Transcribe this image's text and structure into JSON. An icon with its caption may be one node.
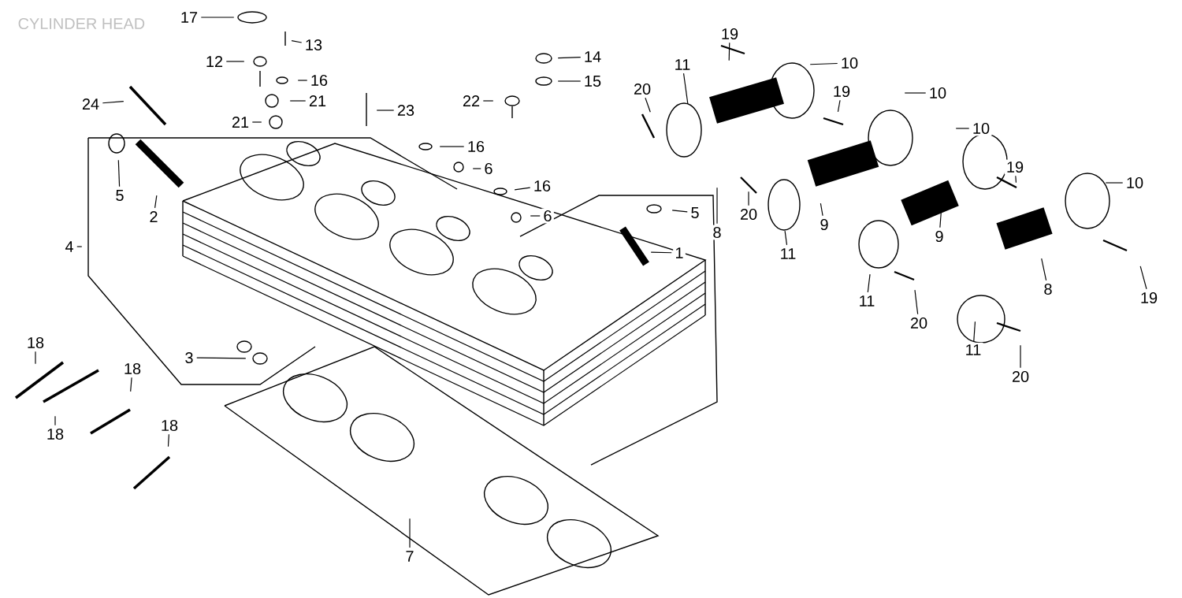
{
  "diagram": {
    "title": "CYLINDER HEAD",
    "nodes": [
      {
        "text": [
          "17"
        ]
      },
      {
        "text": [
          "13"
        ]
      },
      {
        "text": [
          "12"
        ]
      },
      {
        "text": [
          "16"
        ]
      },
      {
        "text": [
          "21"
        ]
      },
      {
        "text": [
          "24"
        ]
      },
      {
        "text": [
          "21"
        ]
      },
      {
        "text": [
          "23"
        ]
      },
      {
        "text": [
          "22"
        ]
      },
      {
        "text": [
          "14"
        ]
      },
      {
        "text": [
          "15"
        ]
      },
      {
        "text": [
          "19"
        ]
      },
      {
        "text": [
          "11"
        ]
      },
      {
        "text": [
          "20"
        ]
      },
      {
        "text": [
          "10"
        ]
      },
      {
        "text": [
          "19"
        ]
      },
      {
        "text": [
          "10"
        ]
      },
      {
        "text": [
          "10"
        ]
      },
      {
        "text": [
          "10"
        ]
      },
      {
        "text": [
          "19"
        ]
      },
      {
        "text": [
          "16"
        ]
      },
      {
        "text": [
          "6"
        ]
      },
      {
        "text": [
          "16"
        ]
      },
      {
        "text": [
          "6"
        ]
      },
      {
        "text": [
          "5"
        ]
      },
      {
        "text": [
          "2"
        ]
      },
      {
        "text": [
          "4"
        ]
      },
      {
        "text": [
          "5"
        ]
      },
      {
        "text": [
          "8"
        ]
      },
      {
        "text": [
          "20"
        ]
      },
      {
        "text": [
          "11"
        ]
      },
      {
        "text": [
          "9"
        ]
      },
      {
        "text": [
          "9"
        ]
      },
      {
        "text": [
          "1"
        ]
      },
      {
        "text": [
          "11"
        ]
      },
      {
        "text": [
          "20"
        ]
      },
      {
        "text": [
          "8"
        ]
      },
      {
        "text": [
          "19"
        ]
      },
      {
        "text": [
          "3"
        ]
      },
      {
        "text": [
          "18"
        ]
      },
      {
        "text": [
          "18"
        ]
      },
      {
        "text": [
          "18"
        ]
      },
      {
        "text": [
          "18"
        ]
      },
      {
        "text": [
          "11"
        ]
      },
      {
        "text": [
          "20"
        ]
      },
      {
        "text": [
          "7"
        ]
      }
    ],
    "edges": [
      {
        "from": 0,
        "to": null,
        "arrow": "none"
      },
      {
        "from": 1,
        "to": null,
        "arrow": "none"
      },
      {
        "from": 2,
        "to": null,
        "arrow": "none"
      },
      {
        "from": 3,
        "to": null,
        "arrow": "none"
      },
      {
        "from": 4,
        "to": null,
        "arrow": "none"
      },
      {
        "from": 5,
        "to": null,
        "arrow": "none"
      },
      {
        "from": 6,
        "to": null,
        "arrow": "none"
      },
      {
        "from": 7,
        "to": null,
        "arrow": "none"
      },
      {
        "from": 8,
        "to": null,
        "arrow": "none"
      },
      {
        "from": 9,
        "to": null,
        "arrow": "none"
      },
      {
        "from": 10,
        "to": null,
        "arrow": "none"
      },
      {
        "from": 11,
        "to": null,
        "arrow": "none"
      },
      {
        "from": 12,
        "to": null,
        "arrow": "none"
      },
      {
        "from": 13,
        "to": null,
        "arrow": "none"
      },
      {
        "from": 14,
        "to": null,
        "arrow": "none"
      },
      {
        "from": 15,
        "to": null,
        "arrow": "none"
      },
      {
        "from": 16,
        "to": null,
        "arrow": "none"
      },
      {
        "from": 17,
        "to": null,
        "arrow": "none"
      },
      {
        "from": 18,
        "to": null,
        "arrow": "none"
      },
      {
        "from": 19,
        "to": null,
        "arrow": "none"
      },
      {
        "from": 20,
        "to": null,
        "arrow": "none"
      },
      {
        "from": 21,
        "to": null,
        "arrow": "none"
      },
      {
        "from": 22,
        "to": null,
        "arrow": "none"
      },
      {
        "from": 23,
        "to": null,
        "arrow": "none"
      },
      {
        "from": 24,
        "to": null,
        "arrow": "none"
      },
      {
        "from": 25,
        "to": null,
        "arrow": "none"
      },
      {
        "from": 26,
        "to": null,
        "arrow": "none"
      },
      {
        "from": 27,
        "to": null,
        "arrow": "none"
      },
      {
        "from": 28,
        "to": null,
        "arrow": "none"
      },
      {
        "from": 29,
        "to": null,
        "arrow": "none"
      },
      {
        "from": 30,
        "to": null,
        "arrow": "none"
      },
      {
        "from": 31,
        "to": null,
        "arrow": "none"
      },
      {
        "from": 32,
        "to": null,
        "arrow": "none"
      },
      {
        "from": 33,
        "to": null,
        "arrow": "none"
      },
      {
        "from": 34,
        "to": null,
        "arrow": "none"
      },
      {
        "from": 35,
        "to": null,
        "arrow": "none"
      },
      {
        "from": 36,
        "to": null,
        "arrow": "none"
      },
      {
        "from": 37,
        "to": null,
        "arrow": "none"
      },
      {
        "from": 38,
        "to": null,
        "arrow": "none"
      },
      {
        "from": 39,
        "to": null,
        "arrow": "none"
      },
      {
        "from": 40,
        "to": null,
        "arrow": "none"
      },
      {
        "from": 41,
        "to": null,
        "arrow": "none"
      },
      {
        "from": 42,
        "to": null,
        "arrow": "none"
      },
      {
        "from": 43,
        "to": null,
        "arrow": "none"
      },
      {
        "from": 44,
        "to": null,
        "arrow": "none"
      },
      {
        "from": 45,
        "to": null,
        "arrow": "none"
      }
    ]
  }
}
